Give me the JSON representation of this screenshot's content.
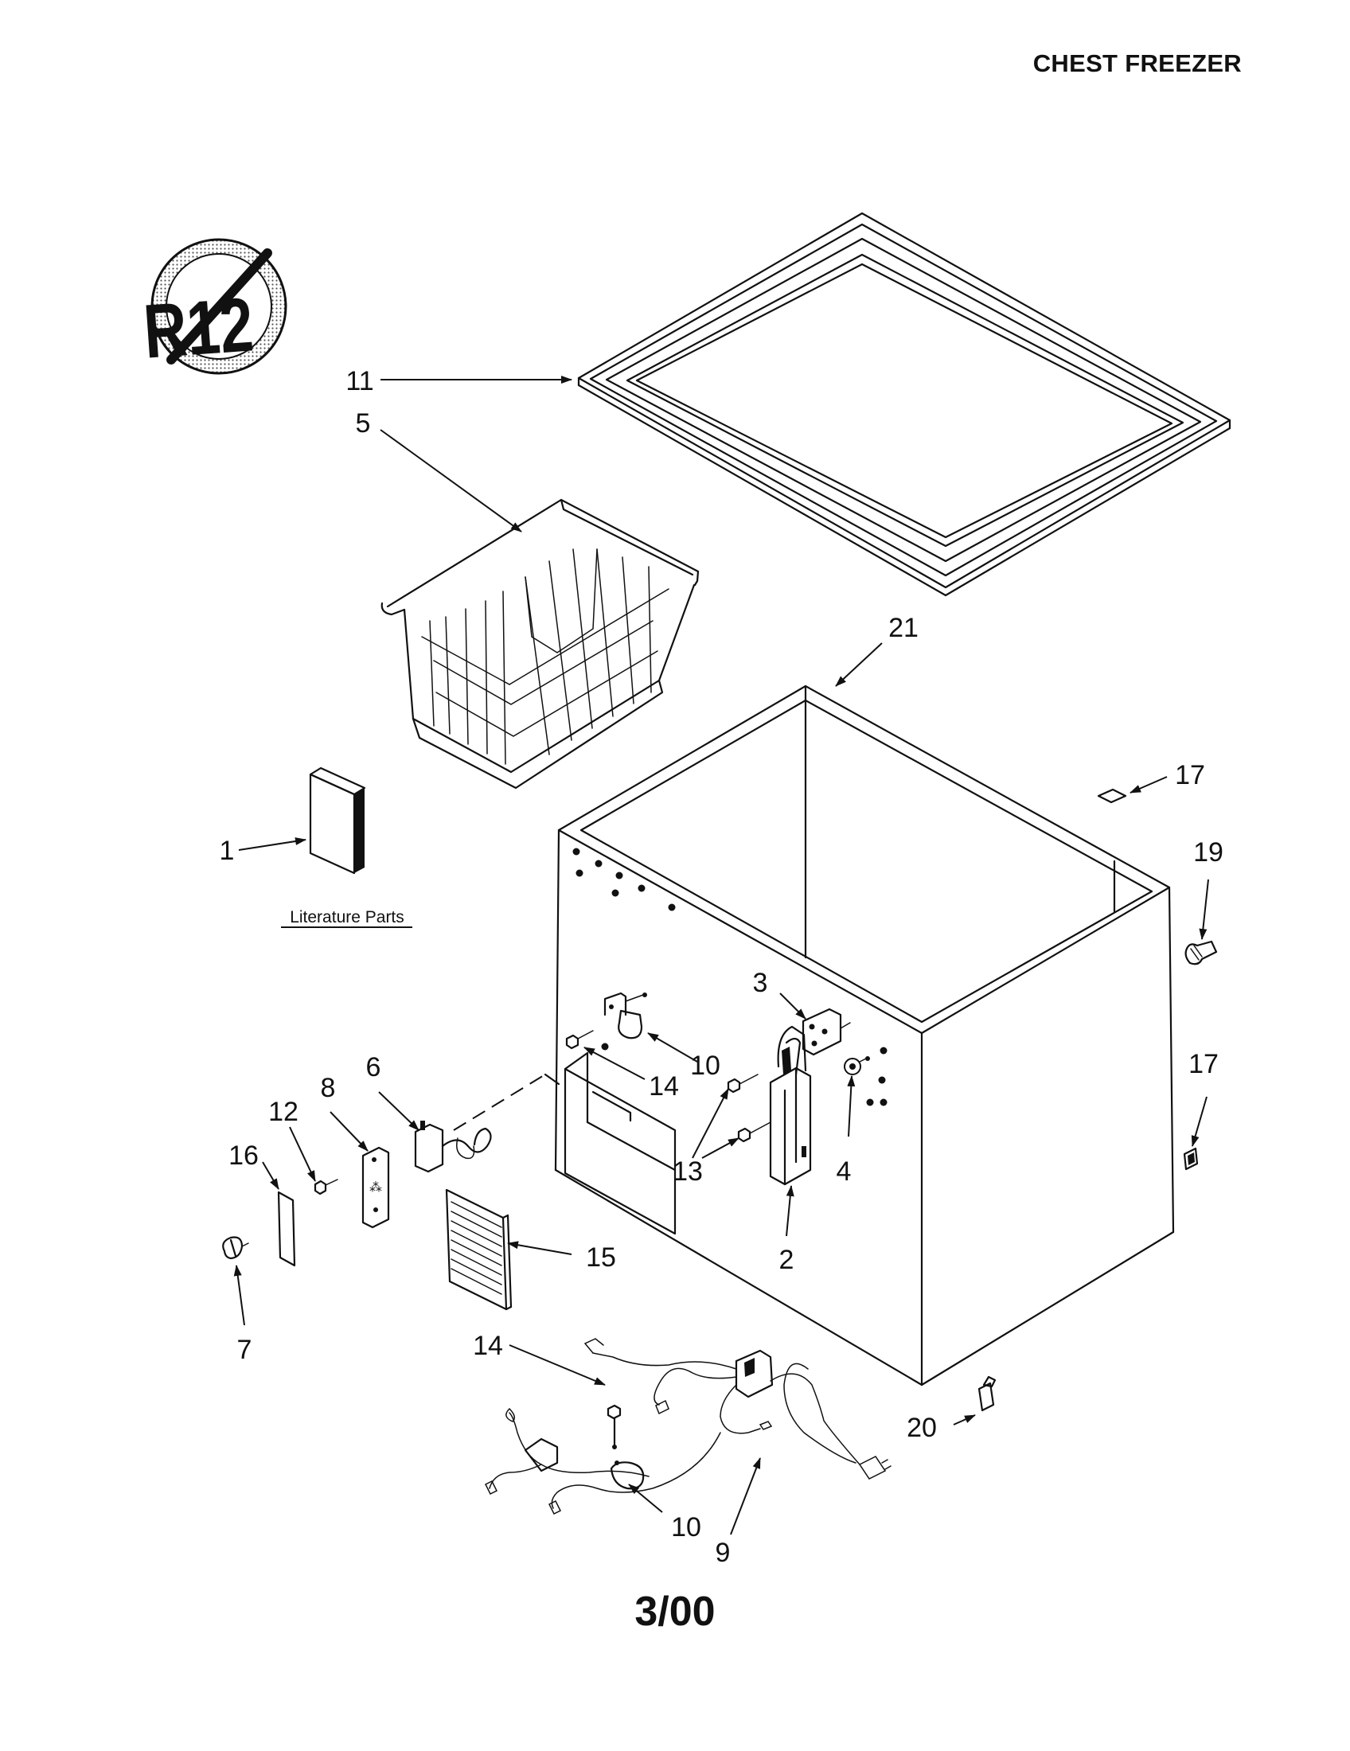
{
  "header": {
    "title": "CHEST FREEZER"
  },
  "footer": {
    "date": "3/00"
  },
  "badge": {
    "text": "R12",
    "meaning": "no-R12-refrigerant-symbol"
  },
  "literature": {
    "label": "Literature Parts"
  },
  "callouts": {
    "c1": "1",
    "c2": "2",
    "c3": "3",
    "c4": "4",
    "c5": "5",
    "c6": "6",
    "c7": "7",
    "c8": "8",
    "c9": "9",
    "c10a": "10",
    "c10b": "10",
    "c11": "11",
    "c12": "12",
    "c13": "13",
    "c14a": "14",
    "c14b": "14",
    "c15": "15",
    "c16": "16",
    "c17a": "17",
    "c17b": "17",
    "c19": "19",
    "c20": "20",
    "c21": "21"
  }
}
